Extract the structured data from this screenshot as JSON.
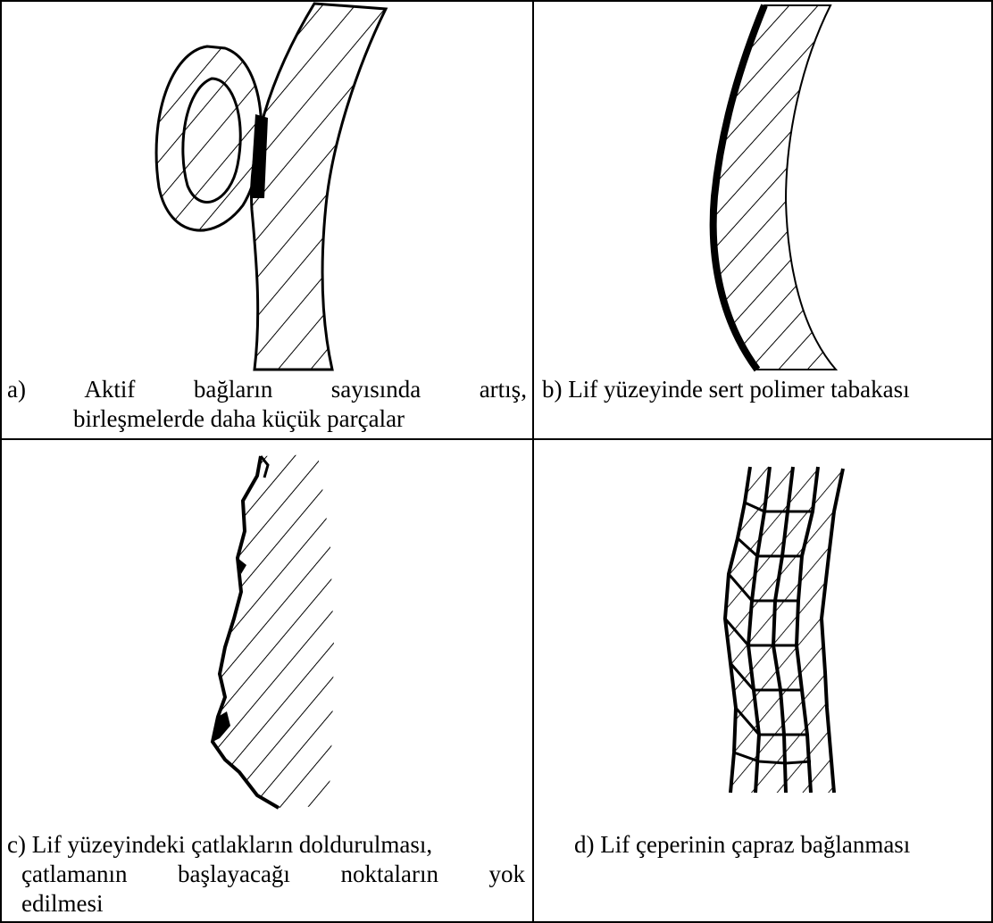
{
  "cells": {
    "a": {
      "marker": "a)",
      "words_line1": [
        "Aktif",
        "bağların",
        "sayısında",
        "artış,"
      ],
      "line2": "birleşmelerde daha küçük parçalar"
    },
    "b": {
      "caption": "b) Lif yüzeyinde sert polimer tabakası"
    },
    "c": {
      "line1": "c) Lif yüzeyindeki çatlakların doldurulması,",
      "words_line2": [
        "çatlamanın",
        "başlayacağı",
        "noktaların",
        "yok"
      ],
      "line3": "edilmesi"
    },
    "d": {
      "caption": "d) Lif çeperinin çapraz bağlanması"
    }
  }
}
